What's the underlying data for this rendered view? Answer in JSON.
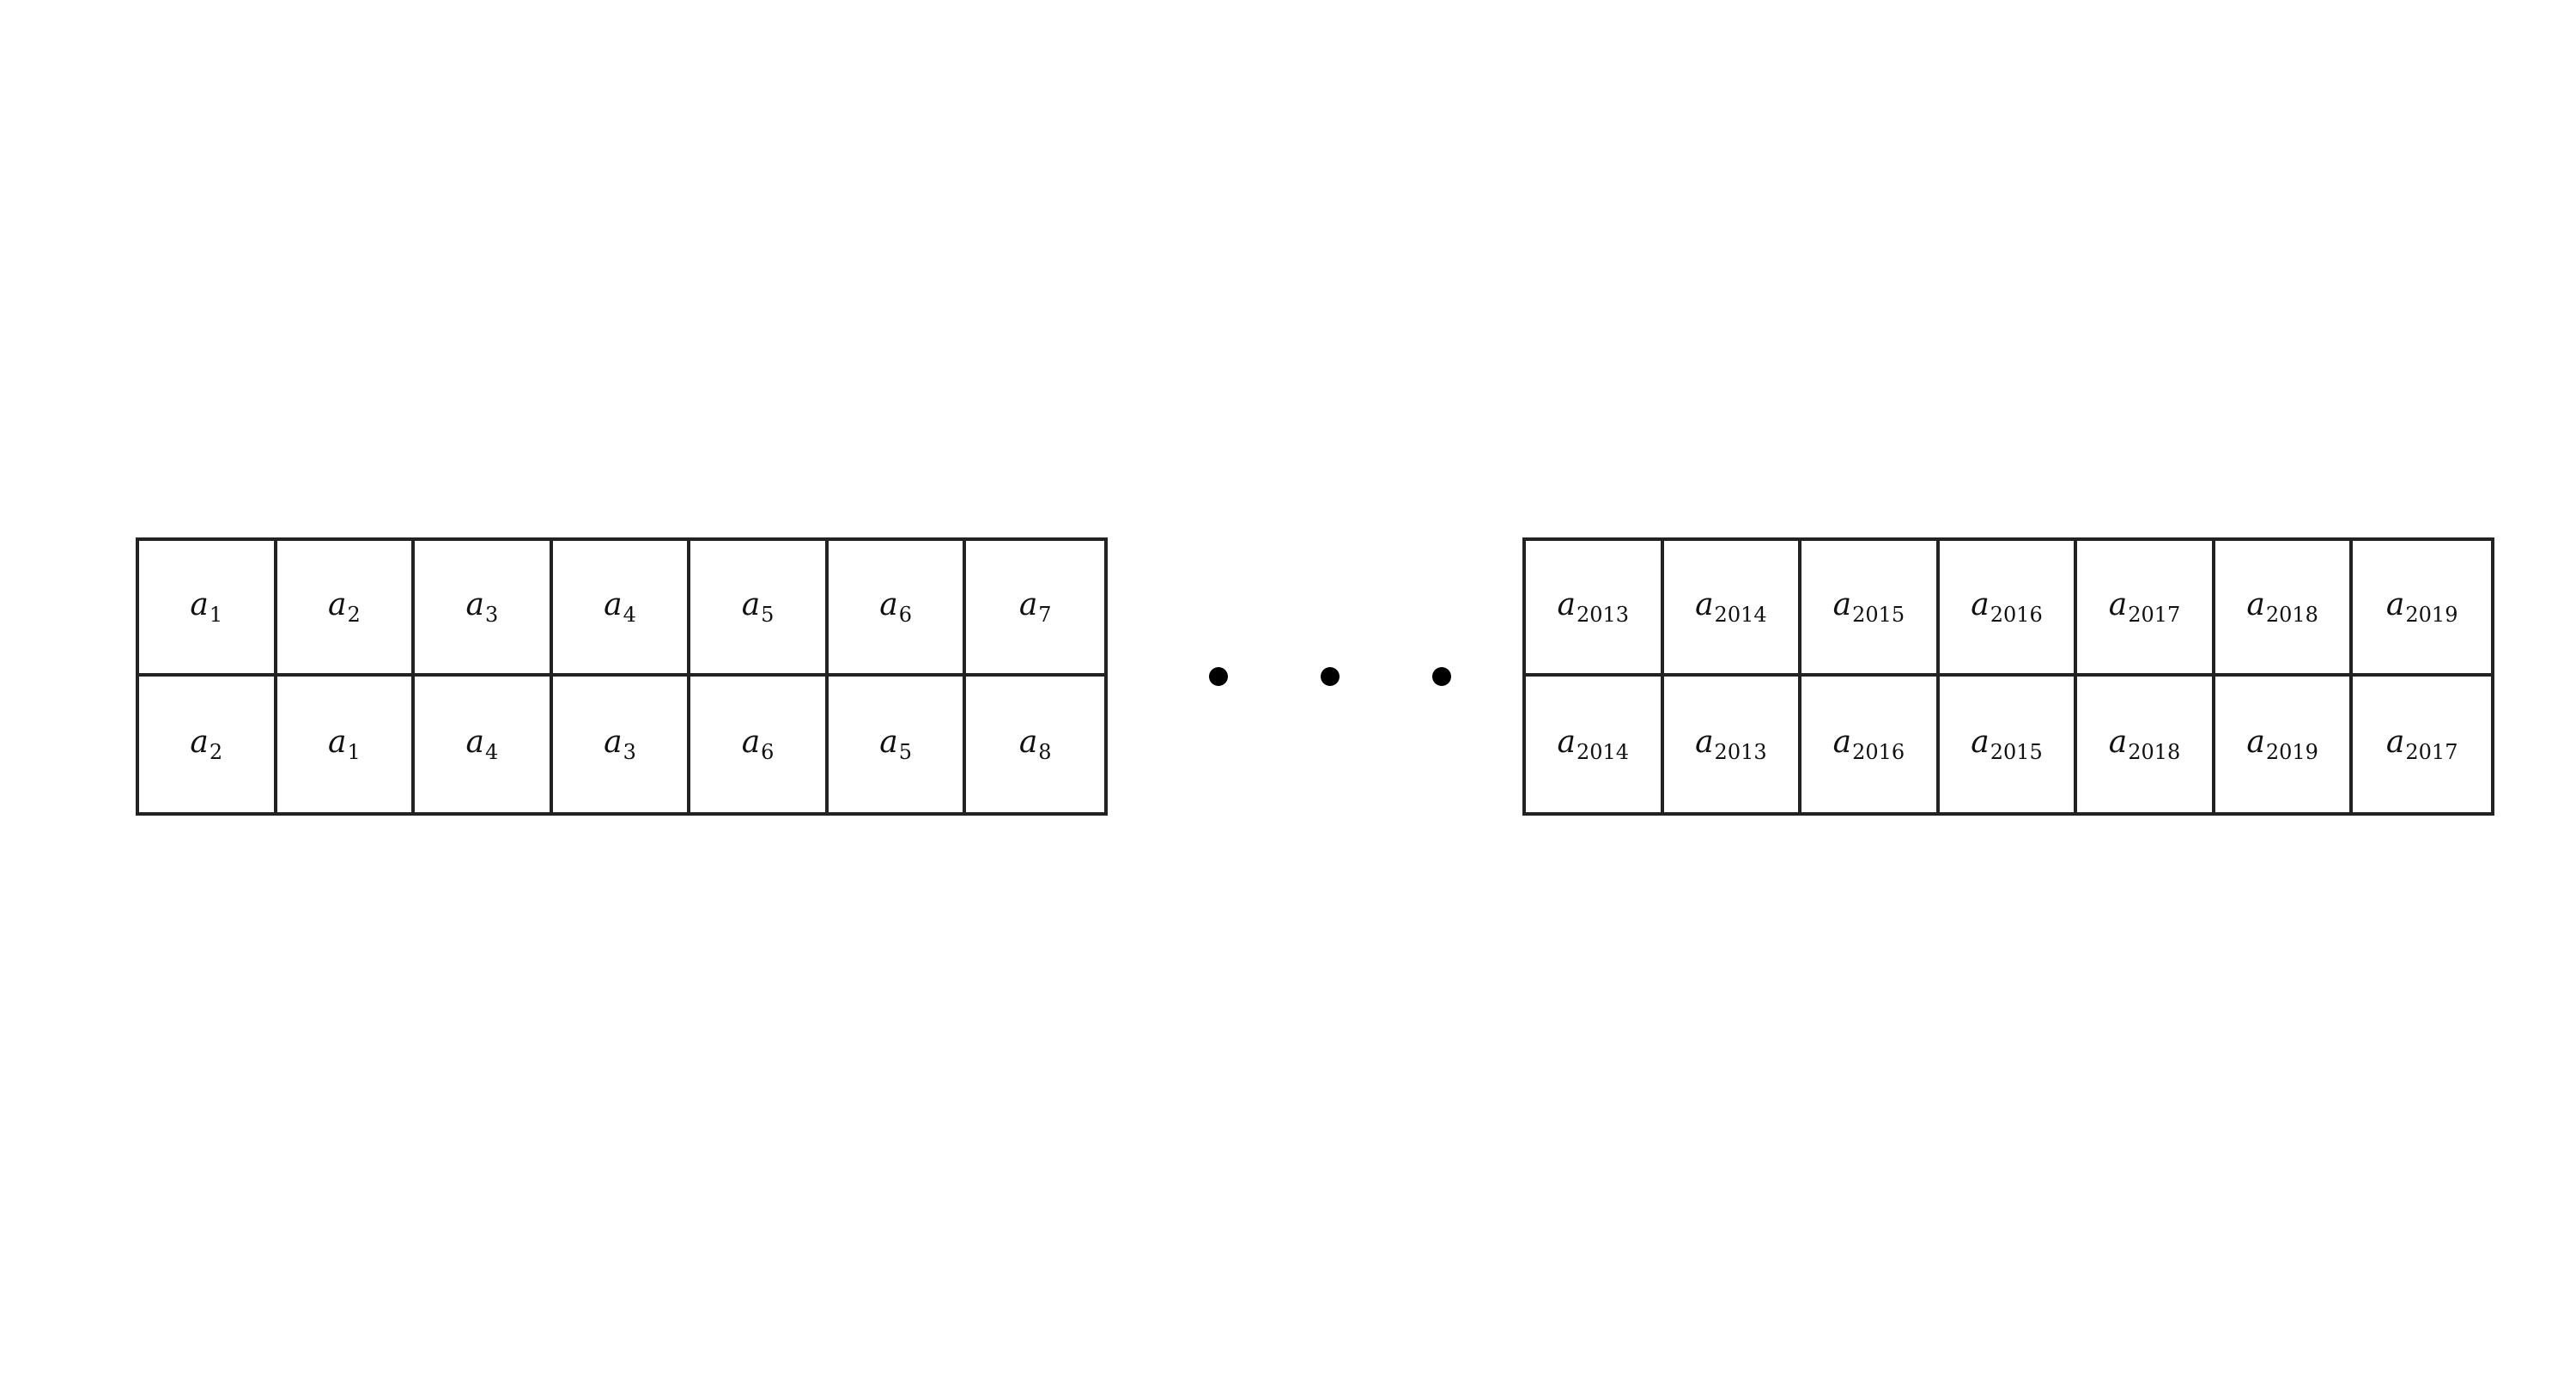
{
  "variable_symbol": "a",
  "left_grid": {
    "top_row": [
      "1",
      "2",
      "3",
      "4",
      "5",
      "6",
      "7"
    ],
    "bottom_row": [
      "2",
      "1",
      "4",
      "3",
      "6",
      "5",
      "8"
    ]
  },
  "right_grid": {
    "top_row": [
      "2013",
      "2014",
      "2015",
      "2016",
      "2017",
      "2018",
      "2019"
    ],
    "bottom_row": [
      "2014",
      "2013",
      "2016",
      "2015",
      "2018",
      "2019",
      "2017"
    ]
  },
  "ellipsis_dot_count": 3,
  "colors": {
    "line": "#222222",
    "dot": "#000000",
    "text": "#111111"
  }
}
